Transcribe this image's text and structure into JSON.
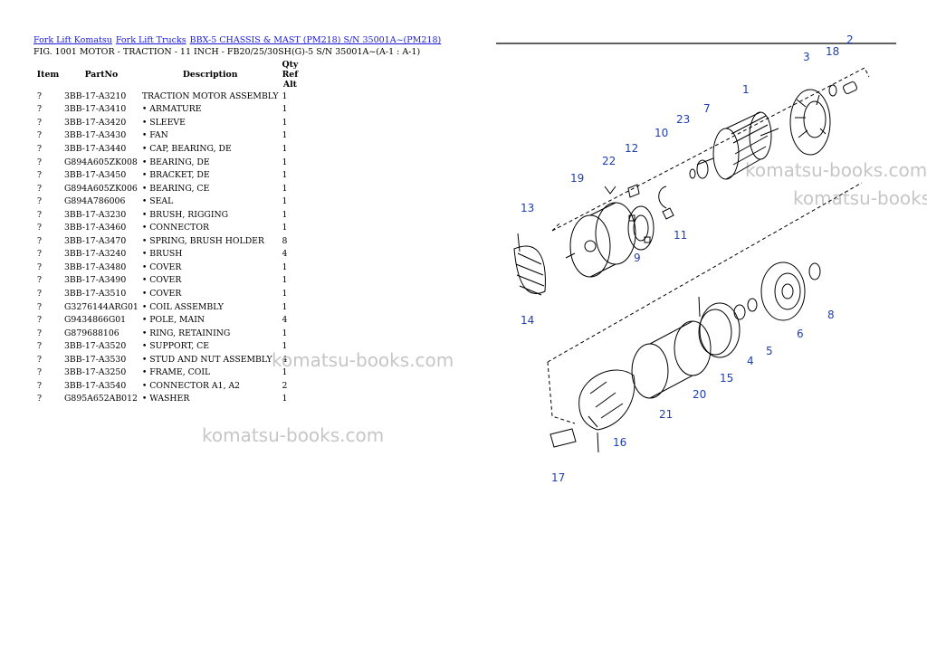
{
  "breadcrumb": [
    "Fork Lift Komatsu",
    "Fork Lift Trucks",
    "BBX-5 CHASSIS & MAST (PM218) S/N 35001A~(PM218)"
  ],
  "figure_title": "FIG. 1001 MOTOR - TRACTION - 11 INCH - FB20/25/30SH(G)-5 S/N 35001A~(A-1 : A-1)",
  "table": {
    "headers": {
      "item": "Item",
      "partno": "PartNo",
      "description": "Description",
      "qty_ref_alt": "Qty Ref Alt"
    },
    "rows": [
      {
        "item": "?",
        "partno": "3BB-17-A3210",
        "description": "TRACTION MOTOR ASSEMBLY",
        "qty": "1"
      },
      {
        "item": "?",
        "partno": "3BB-17-A3410",
        "description": "• ARMATURE",
        "qty": "1"
      },
      {
        "item": "?",
        "partno": "3BB-17-A3420",
        "description": "• SLEEVE",
        "qty": "1"
      },
      {
        "item": "?",
        "partno": "3BB-17-A3430",
        "description": "• FAN",
        "qty": "1"
      },
      {
        "item": "?",
        "partno": "3BB-17-A3440",
        "description": "• CAP, BEARING, DE",
        "qty": "1"
      },
      {
        "item": "?",
        "partno": "G894A605ZK008",
        "description": "• BEARING, DE",
        "qty": "1"
      },
      {
        "item": "?",
        "partno": "3BB-17-A3450",
        "description": "• BRACKET, DE",
        "qty": "1"
      },
      {
        "item": "?",
        "partno": "G894A605ZK006",
        "description": "• BEARING, CE",
        "qty": "1"
      },
      {
        "item": "?",
        "partno": "G894A786006",
        "description": "• SEAL",
        "qty": "1"
      },
      {
        "item": "?",
        "partno": "3BB-17-A3230",
        "description": "• BRUSH, RIGGING",
        "qty": "1"
      },
      {
        "item": "?",
        "partno": "3BB-17-A3460",
        "description": "• CONNECTOR",
        "qty": "1"
      },
      {
        "item": "?",
        "partno": "3BB-17-A3470",
        "description": "• SPRING, BRUSH HOLDER",
        "qty": "8"
      },
      {
        "item": "?",
        "partno": "3BB-17-A3240",
        "description": "• BRUSH",
        "qty": "4"
      },
      {
        "item": "?",
        "partno": "3BB-17-A3480",
        "description": "• COVER",
        "qty": "1"
      },
      {
        "item": "?",
        "partno": "3BB-17-A3490",
        "description": "• COVER",
        "qty": "1"
      },
      {
        "item": "?",
        "partno": "3BB-17-A3510",
        "description": "• COVER",
        "qty": "1"
      },
      {
        "item": "?",
        "partno": "G3276144ARG01",
        "description": "• COIL ASSEMBLY",
        "qty": "1"
      },
      {
        "item": "?",
        "partno": "G9434866G01",
        "description": "• POLE, MAIN",
        "qty": "4"
      },
      {
        "item": "?",
        "partno": "G879688106",
        "description": "• RING, RETAINING",
        "qty": "1"
      },
      {
        "item": "?",
        "partno": "3BB-17-A3520",
        "description": "• SUPPORT, CE",
        "qty": "1"
      },
      {
        "item": "?",
        "partno": "3BB-17-A3530",
        "description": "• STUD AND NUT ASSEMBLY",
        "qty": "4"
      },
      {
        "item": "?",
        "partno": "3BB-17-A3250",
        "description": "• FRAME, COIL",
        "qty": "1"
      },
      {
        "item": "?",
        "partno": "3BB-17-A3540",
        "description": "• CONNECTOR A1, A2",
        "qty": "2"
      },
      {
        "item": "?",
        "partno": "G895A652AB012",
        "description": "• WASHER",
        "qty": "1"
      }
    ]
  },
  "watermark": "komatsu-books.com",
  "diagram": {
    "callouts": [
      "1",
      "2",
      "3",
      "4",
      "5",
      "6",
      "7",
      "8",
      "9",
      "10",
      "11",
      "12",
      "13",
      "14",
      "15",
      "16",
      "17",
      "18",
      "19",
      "20",
      "21",
      "22",
      "23"
    ]
  },
  "colors": {
    "link": "#1a1ad6",
    "callout": "#1e3fb0",
    "watermark": "#c6c6c6"
  }
}
